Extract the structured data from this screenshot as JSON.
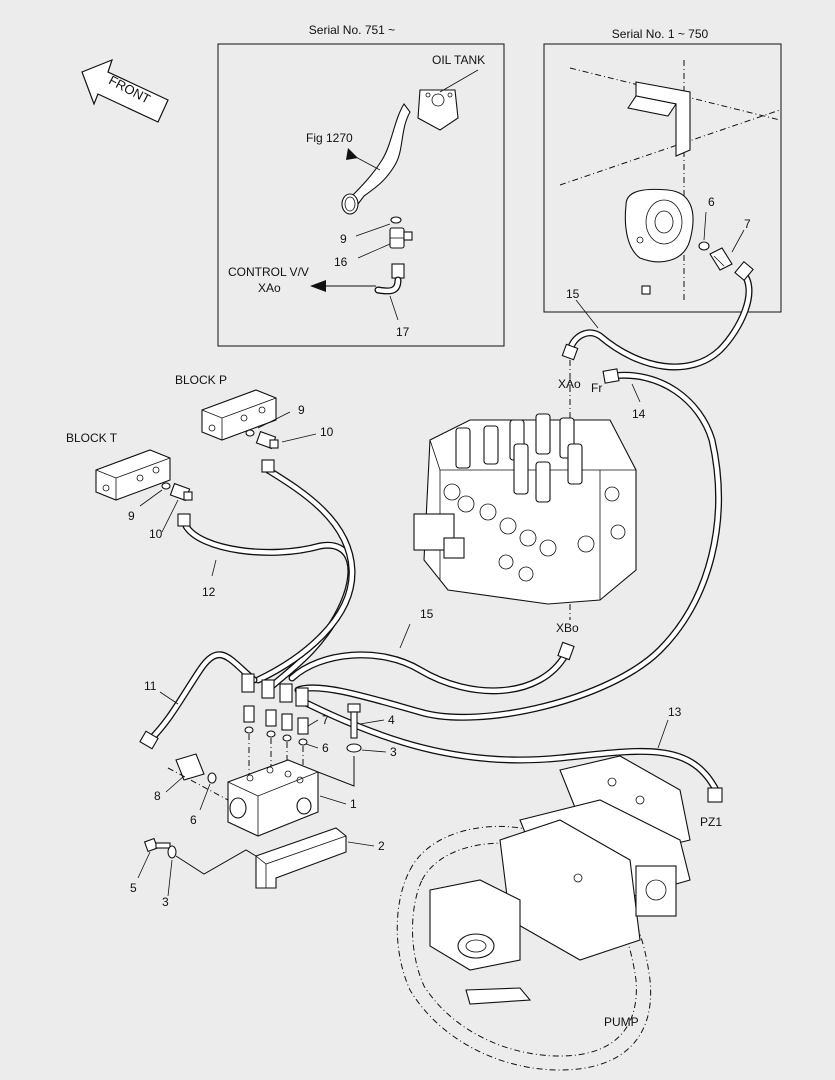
{
  "inset_left_title": "Serial No. 751 ~",
  "inset_right_title": "Serial No. 1 ~ 750",
  "front_label": "FRONT",
  "labels": {
    "oil_tank": "OIL TANK",
    "fig_ref": "Fig 1270",
    "control_vv": "CONTROL V/V",
    "xao_inset": "XAo",
    "block_p": "BLOCK P",
    "block_t": "BLOCK T",
    "xao": "XAo",
    "fr": "Fr",
    "xbo": "XBo",
    "pz1": "PZ1",
    "pump": "PUMP"
  },
  "part_numbers": {
    "n1": "1",
    "n2": "2",
    "n3a": "3",
    "n3b": "3",
    "n4": "4",
    "n5": "5",
    "n6a": "6",
    "n6b": "6",
    "n6c": "6",
    "n7a": "7",
    "n7b": "7",
    "n8": "8",
    "n9a": "9",
    "n9b": "9",
    "n9c": "9",
    "n10a": "10",
    "n10b": "10",
    "n11": "11",
    "n12": "12",
    "n13": "13",
    "n14": "14",
    "n15a": "15",
    "n15b": "15",
    "n16": "16",
    "n17": "17"
  }
}
